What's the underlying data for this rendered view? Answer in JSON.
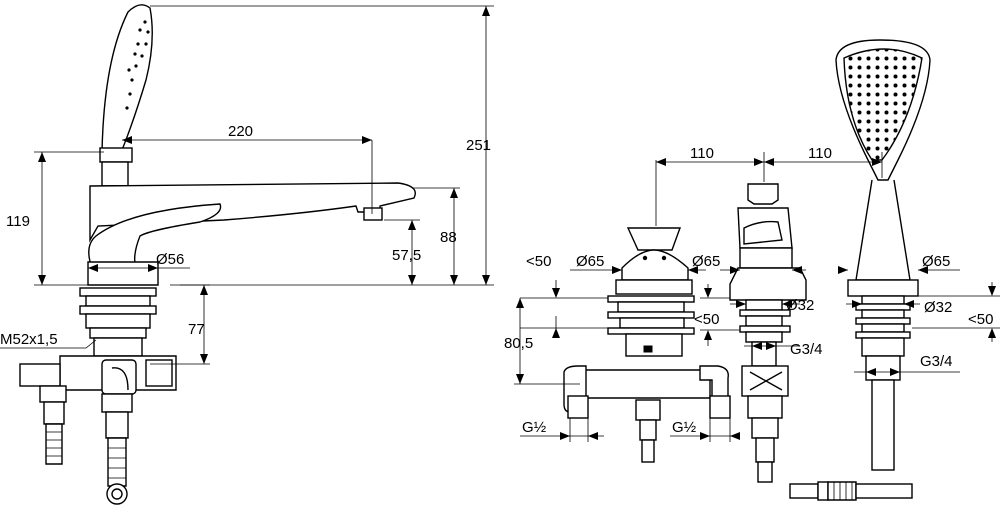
{
  "dimensions": {
    "total_height": "251",
    "spout_reach": "220",
    "body_height": "119",
    "spout_height": "88",
    "outlet_height": "57,5",
    "rosette_dia_mixer": "Ø56",
    "connection_length": "77",
    "thread": "M52x1,5",
    "spacing_left": "110",
    "spacing_right": "110",
    "max_deck_a": "<50",
    "max_deck_b": "<50",
    "max_deck_c": "<50",
    "rosette_dia_a": "Ø65",
    "rosette_dia_b": "Ø65",
    "rosette_dia_c": "Ø65",
    "connection_height": "80,5",
    "shank_dia_b": "Ø32",
    "shank_dia_c": "Ø32",
    "thread_b": "G3/4",
    "thread_c": "G3/4",
    "inlet_left": "G½",
    "inlet_right": "G½"
  },
  "icons": [
    "hand-shower",
    "bath-spout",
    "thermostat-handle",
    "diverter-handle",
    "connection-hose"
  ]
}
